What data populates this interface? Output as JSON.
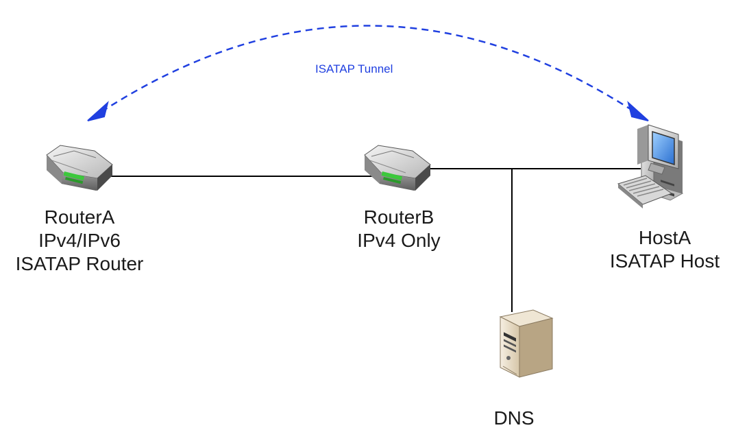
{
  "tunnel": {
    "label": "ISATAP Tunnel",
    "color": "#2040e0"
  },
  "nodes": {
    "router_a": {
      "icon": "router-icon",
      "line1": "RouterA",
      "line2": "IPv4/IPv6",
      "line3": "ISATAP Router"
    },
    "router_b": {
      "icon": "router-icon",
      "line1": "RouterB",
      "line2": "IPv4 Only"
    },
    "host_a": {
      "icon": "computer-icon",
      "line1": "HostA",
      "line2": "ISATAP Host"
    },
    "dns": {
      "icon": "server-icon",
      "line1": "DNS"
    }
  },
  "colors": {
    "link": "#000000",
    "router_body": "#c8c8c8",
    "router_led": "#3cc83c",
    "server_body": "#e8dcc8"
  }
}
